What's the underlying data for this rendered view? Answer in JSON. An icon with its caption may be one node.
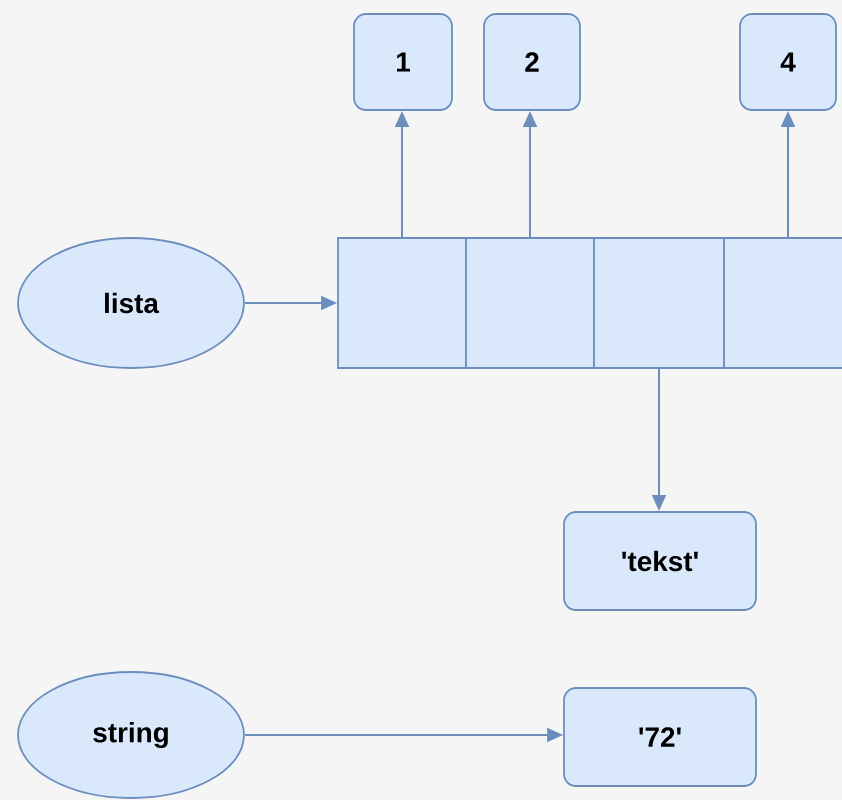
{
  "diagram": {
    "nodes": [
      {
        "text": [
          "1"
        ]
      },
      {
        "text": [
          "2"
        ]
      },
      {
        "text": [
          "4"
        ]
      },
      {
        "text": [
          "lista"
        ]
      },
      {
        "text": [],
        "shape": "box"
      },
      {
        "text": [],
        "shape": "box"
      },
      {
        "text": [],
        "shape": "box"
      },
      {
        "text": [],
        "shape": "box"
      },
      {
        "text": [
          "'tekst'"
        ]
      },
      {
        "text": [
          "string"
        ]
      },
      {
        "text": [
          "'72'"
        ]
      }
    ],
    "edges": [
      {
        "from": 3,
        "to": 4,
        "arrow": "to"
      },
      {
        "from": 4,
        "to": 0,
        "arrow": "to"
      },
      {
        "from": 5,
        "to": 1,
        "arrow": "to"
      },
      {
        "from": 7,
        "to": 2,
        "arrow": "to"
      },
      {
        "from": 6,
        "to": 8,
        "arrow": "to"
      },
      {
        "from": 9,
        "to": 10,
        "arrow": "to"
      }
    ]
  }
}
